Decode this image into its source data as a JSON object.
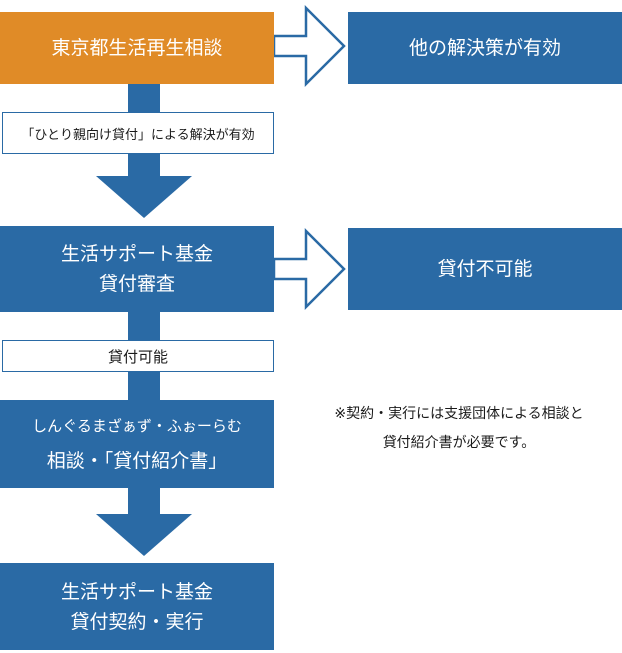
{
  "flow": {
    "step1": "東京都生活再生相談",
    "other_solution": "他の解決策が有効",
    "label1": "「ひとり親向け貸付」による解決が有効",
    "step2": {
      "line1": "生活サポート基金",
      "line2": "貸付審査"
    },
    "not_possible": "貸付不可能",
    "label2": "貸付可能",
    "step3": {
      "line1": "しんぐるまざぁず・ふぉーらむ",
      "line2": "相談・「貸付紹介書」"
    },
    "step4": {
      "line1": "生活サポート基金",
      "line2": "貸付契約・実行"
    }
  },
  "note": {
    "line1": "※契約・実行には支援団体による相談と",
    "line2": "貸付紹介書が必要です。"
  },
  "colors": {
    "blue": "#2a6aa5",
    "orange": "#e08b27",
    "white": "#ffffff"
  }
}
